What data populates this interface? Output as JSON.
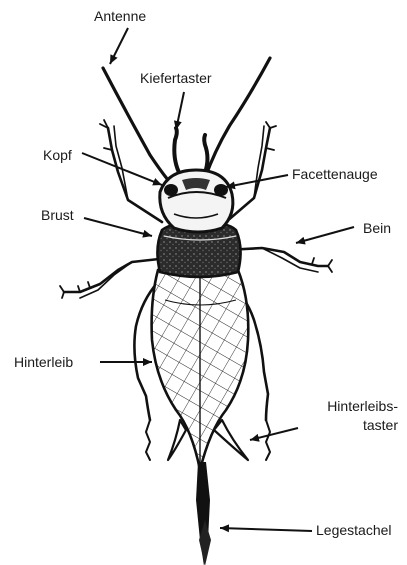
{
  "labels": {
    "antenne": "Antenne",
    "kiefertaster": "Kiefertaster",
    "kopf": "Kopf",
    "facettenauge": "Facettenauge",
    "brust": "Brust",
    "bein": "Bein",
    "hinterleib": "Hinterleib",
    "hinterleibstaster_1": "Hinterleibs-",
    "hinterleibstaster_2": "taster",
    "legestachel": "Legestachel"
  },
  "colors": {
    "ink": "#111111",
    "text": "#1a1a1a",
    "background": "#ffffff"
  }
}
